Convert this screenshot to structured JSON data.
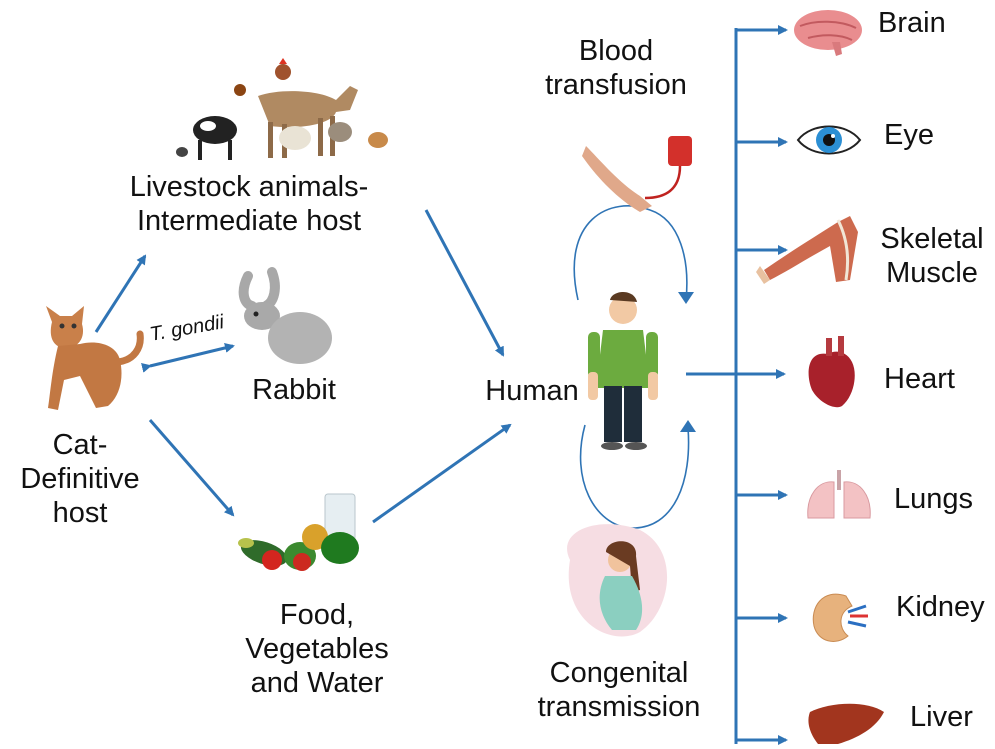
{
  "colors": {
    "arrow": "#2f74b5",
    "text": "#111111"
  },
  "labels": {
    "cat": [
      "Cat-",
      "Definitive",
      "host"
    ],
    "livestock": [
      "Livestock animals-",
      "Intermediate host"
    ],
    "rabbit": "Rabbit",
    "pathogen": "T. gondii",
    "food": [
      "Food,",
      "Vegetables",
      "and Water"
    ],
    "human": "Human",
    "blood": [
      "Blood",
      "transfusion"
    ],
    "congenital": [
      "Congenital",
      "transmission"
    ]
  },
  "organs": [
    {
      "label": "Brain",
      "icon": "brain-icon"
    },
    {
      "label": "Eye",
      "icon": "eye-icon"
    },
    {
      "label": "Skeletal\nMuscle",
      "icon": "arm-muscle-icon"
    },
    {
      "label": "Heart",
      "icon": "heart-icon"
    },
    {
      "label": "Lungs",
      "icon": "lungs-icon"
    },
    {
      "label": "Kidney",
      "icon": "kidney-icon"
    },
    {
      "label": "Liver",
      "icon": "liver-icon"
    }
  ]
}
